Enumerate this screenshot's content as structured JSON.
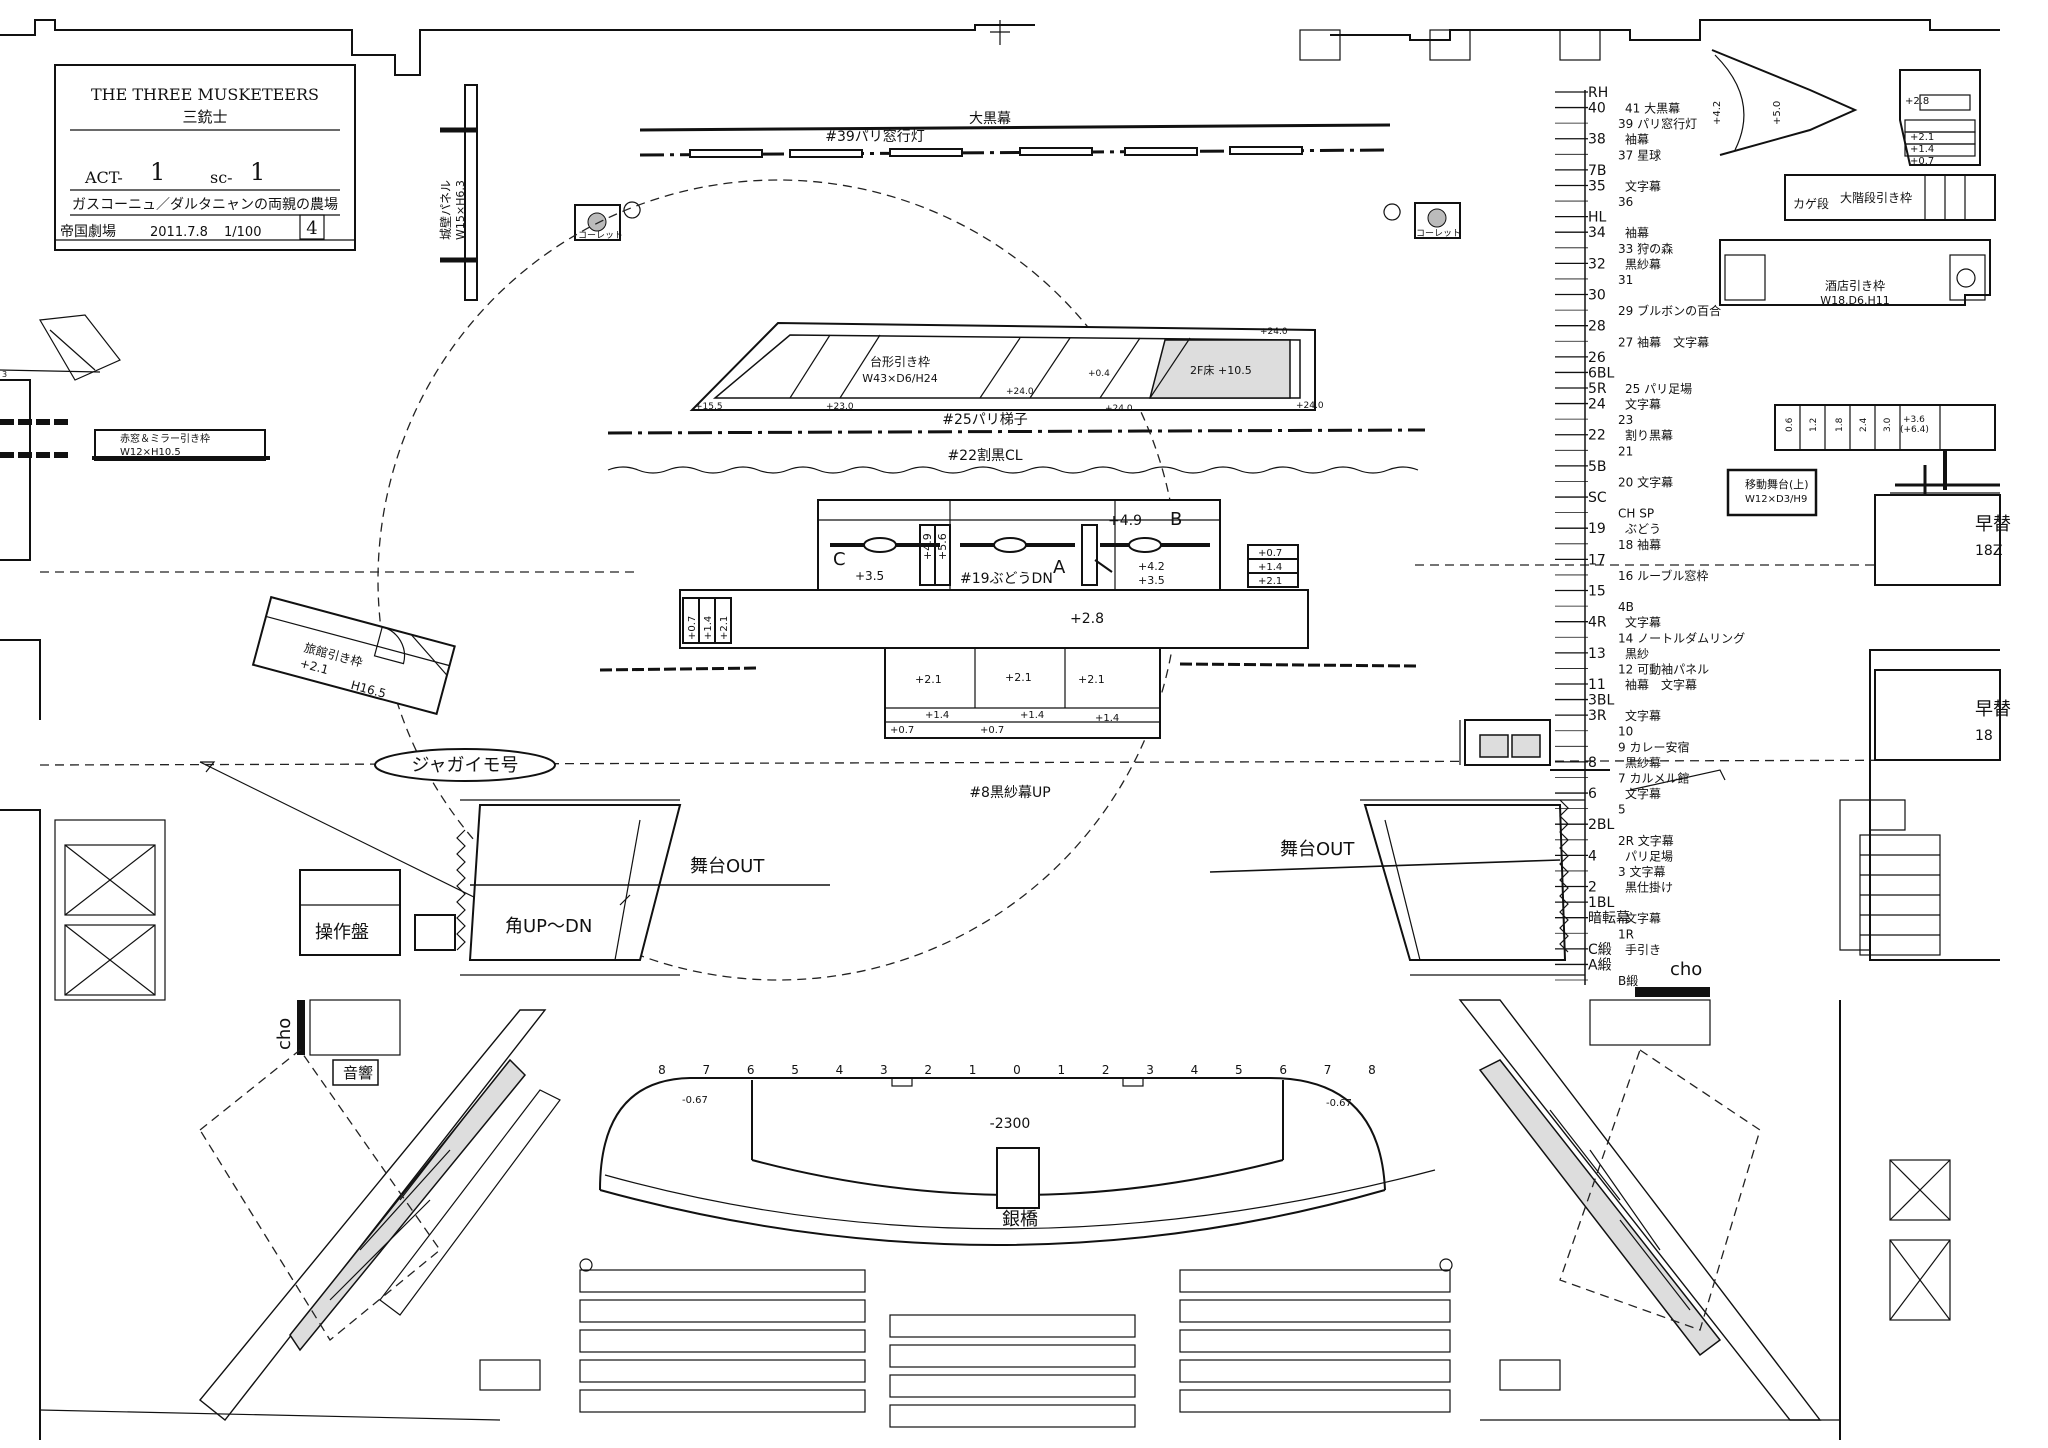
{
  "title_block": {
    "title": "THE THREE MUSKETEERS",
    "subtitle": "三銃士",
    "act_label": "ACT-",
    "act_num": "1",
    "sc_label": "sc-",
    "sc_num": "1",
    "scene": "ガスコーニュ／ダルタニャンの両親の農場",
    "theater": "帝国劇場",
    "date": "2011.7.8",
    "scale": "1/100",
    "sheet": "4"
  },
  "side_panel": {
    "name": "城壁パネル",
    "size": "W15×H6.3"
  },
  "upstage": {
    "kuromaku": "大黒幕",
    "bar39": "#39パリ窓行灯",
    "daikei": "台形引き枠",
    "daikei_size": "W43×D6/H24",
    "floor2f": "2F床",
    "floor2f_h": "+10.5",
    "h24a": "+24.0",
    "h24b": "+24.0",
    "h24c": "+24.0",
    "h24d": "+24.0",
    "h04": "+0.4",
    "h155": "+15.5",
    "h23": "+23.0",
    "bar25": "#25パリ梯子",
    "bar22": "#22割黒CL"
  },
  "center": {
    "bar19": "#19ぶどうDN",
    "lift_a": "A",
    "lift_b": "B",
    "lift_c": "C",
    "h49": "+4.9",
    "h35a": "+3.5",
    "h35b": "+3.5",
    "h56": "+5.6",
    "h49v": "+4.9",
    "h28": "+2.8",
    "h42": "+4.2",
    "h07a": "+0.7",
    "h14a": "+1.4",
    "h21a": "+2.1",
    "h07b": "+0.7",
    "h14b": "+1.4",
    "h21b": "+2.1",
    "h21c": "+2.1",
    "h21d": "+2.1",
    "h21e": "+2.1",
    "h14c": "+1.4",
    "h14d": "+1.4",
    "h14e": "+1.4",
    "h07c": "+0.7",
    "h07d": "+0.7",
    "bar8": "#8黒紗幕UP"
  },
  "left": {
    "mirror": "赤窓＆ミラー引き枠",
    "mirror_size": "W12×H10.5",
    "ryokan": "旅館引き枠",
    "ryokan_h": "+2.1",
    "ryokan_size": "H16.5",
    "jagaimo": "ジャガイモ号",
    "stage_out": "舞台OUT",
    "kaku": "角UP～DN",
    "panel": "操作盤",
    "cho": "cho",
    "sound": "音響",
    "n3": "3"
  },
  "right": {
    "stage_out": "舞台OUT",
    "sakaba": "酒店引き枠",
    "sakaba_size": "W18.D6.H11",
    "kagedan": "カゲ段",
    "daikaidan": "大階段引き枠",
    "idou": "移動舞台(上)",
    "idou_size": "W12×D3/H9",
    "haya1": "早替",
    "haya1n": "18Z",
    "haya2": "早替",
    "haya2n": "18",
    "cho": "cho",
    "h42": "+4.2",
    "h50": "+5.0",
    "h28": "+2.8",
    "h21": "+2.1",
    "h14": "+1.4",
    "h07": "+0.7",
    "s06": "0.6",
    "s12": "1.2",
    "s18": "1.8",
    "s24": "2.4",
    "s30": "3.0",
    "s36": "+3.6",
    "s64": "(+6.4)",
    "t07": "0.7",
    "t14": "+1.4",
    "t21": "+2.1",
    "t28": "+2.8",
    "spot_l": "コーレット",
    "spot_r": "コーレット"
  },
  "rail": [
    {
      "row": "RH",
      "name": ""
    },
    {
      "row": "40",
      "name": "41 大黒幕"
    },
    {
      "row": "",
      "name": "39 パリ窓行灯"
    },
    {
      "row": "38",
      "name": "袖幕"
    },
    {
      "row": "",
      "name": "37 星球"
    },
    {
      "row": "7B",
      "name": ""
    },
    {
      "row": "35",
      "name": "文字幕"
    },
    {
      "row": "",
      "name": "36"
    },
    {
      "row": "HL",
      "name": ""
    },
    {
      "row": "34",
      "name": "袖幕"
    },
    {
      "row": "",
      "name": "33 狩の森"
    },
    {
      "row": "32",
      "name": "黒紗幕"
    },
    {
      "row": "",
      "name": "31"
    },
    {
      "row": "30",
      "name": ""
    },
    {
      "row": "",
      "name": "29 ブルボンの百合"
    },
    {
      "row": "28",
      "name": ""
    },
    {
      "row": "",
      "name": "27 袖幕　文字幕"
    },
    {
      "row": "26",
      "name": ""
    },
    {
      "row": "6BL",
      "name": ""
    },
    {
      "row": "5R",
      "name": "25 パリ足場"
    },
    {
      "row": "24",
      "name": "文字幕"
    },
    {
      "row": "",
      "name": "23"
    },
    {
      "row": "22",
      "name": "割り黒幕"
    },
    {
      "row": "",
      "name": "21"
    },
    {
      "row": "5B",
      "name": ""
    },
    {
      "row": "",
      "name": "20 文字幕"
    },
    {
      "row": "SC",
      "name": ""
    },
    {
      "row": "",
      "name": "CH SP"
    },
    {
      "row": "19",
      "name": "ぶどう"
    },
    {
      "row": "",
      "name": "18 袖幕"
    },
    {
      "row": "17",
      "name": ""
    },
    {
      "row": "",
      "name": "16 ルーブル窓枠"
    },
    {
      "row": "15",
      "name": ""
    },
    {
      "row": "",
      "name": "4B"
    },
    {
      "row": "4R",
      "name": "文字幕"
    },
    {
      "row": "",
      "name": "14 ノートルダムリング"
    },
    {
      "row": "13",
      "name": "黒紗"
    },
    {
      "row": "",
      "name": "12 可動袖パネル"
    },
    {
      "row": "11",
      "name": "袖幕　文字幕"
    },
    {
      "row": "3BL",
      "name": ""
    },
    {
      "row": "3R",
      "name": "文字幕"
    },
    {
      "row": "",
      "name": "10"
    },
    {
      "row": "",
      "name": "9 カレー安宿"
    },
    {
      "row": "8",
      "name": "黒紗幕"
    },
    {
      "row": "",
      "name": "7 カルメル館"
    },
    {
      "row": "6",
      "name": "文字幕"
    },
    {
      "row": "",
      "name": "5"
    },
    {
      "row": "2BL",
      "name": ""
    },
    {
      "row": "",
      "name": "2R 文字幕"
    },
    {
      "row": "4",
      "name": "パリ足場"
    },
    {
      "row": "",
      "name": "3 文字幕"
    },
    {
      "row": "2",
      "name": "黒仕掛け"
    },
    {
      "row": "1BL",
      "name": ""
    },
    {
      "row": "暗転幕",
      "name": "文字幕"
    },
    {
      "row": "",
      "name": "1R"
    },
    {
      "row": "C緞",
      "name": "手引き"
    },
    {
      "row": "A緞",
      "name": ""
    },
    {
      "row": "",
      "name": "B緞"
    }
  ],
  "apron": {
    "depth": "-2300",
    "bridge": "銀橋",
    "left_h": "-0.67",
    "right_h": "-0.67",
    "ruler": [
      "8",
      "7",
      "6",
      "5",
      "4",
      "3",
      "2",
      "1",
      "0",
      "1",
      "2",
      "3",
      "4",
      "5",
      "6",
      "7",
      "8"
    ]
  }
}
